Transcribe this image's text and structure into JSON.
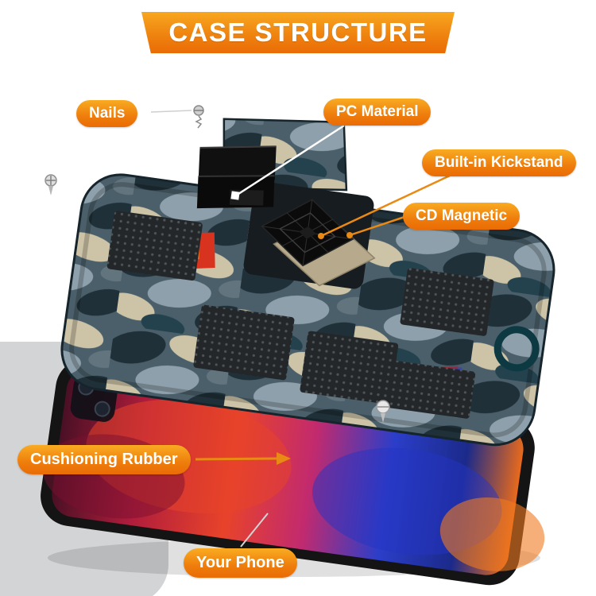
{
  "banner": {
    "title": "CASE STRUCTURE"
  },
  "callouts": {
    "nails": {
      "label": "Nails"
    },
    "pc_material": {
      "label": "PC Material"
    },
    "built_in_kickstand": {
      "label": "Built-in Kickstand"
    },
    "cd_magnetic": {
      "label": "CD Magnetic"
    },
    "cushioning_rubber": {
      "label": "Cushioning Rubber"
    },
    "your_phone": {
      "label": "Your Phone"
    }
  },
  "colors": {
    "label_gradient_top": "#F9AB22",
    "label_gradient_bottom": "#EA6B05",
    "banner_text": "#FFFFFF",
    "leader_line_orange": "#E98A15",
    "camo_base": "#4A5F6A",
    "camo_tan": "#CDC4A7",
    "camo_dark": "#1F3038"
  }
}
